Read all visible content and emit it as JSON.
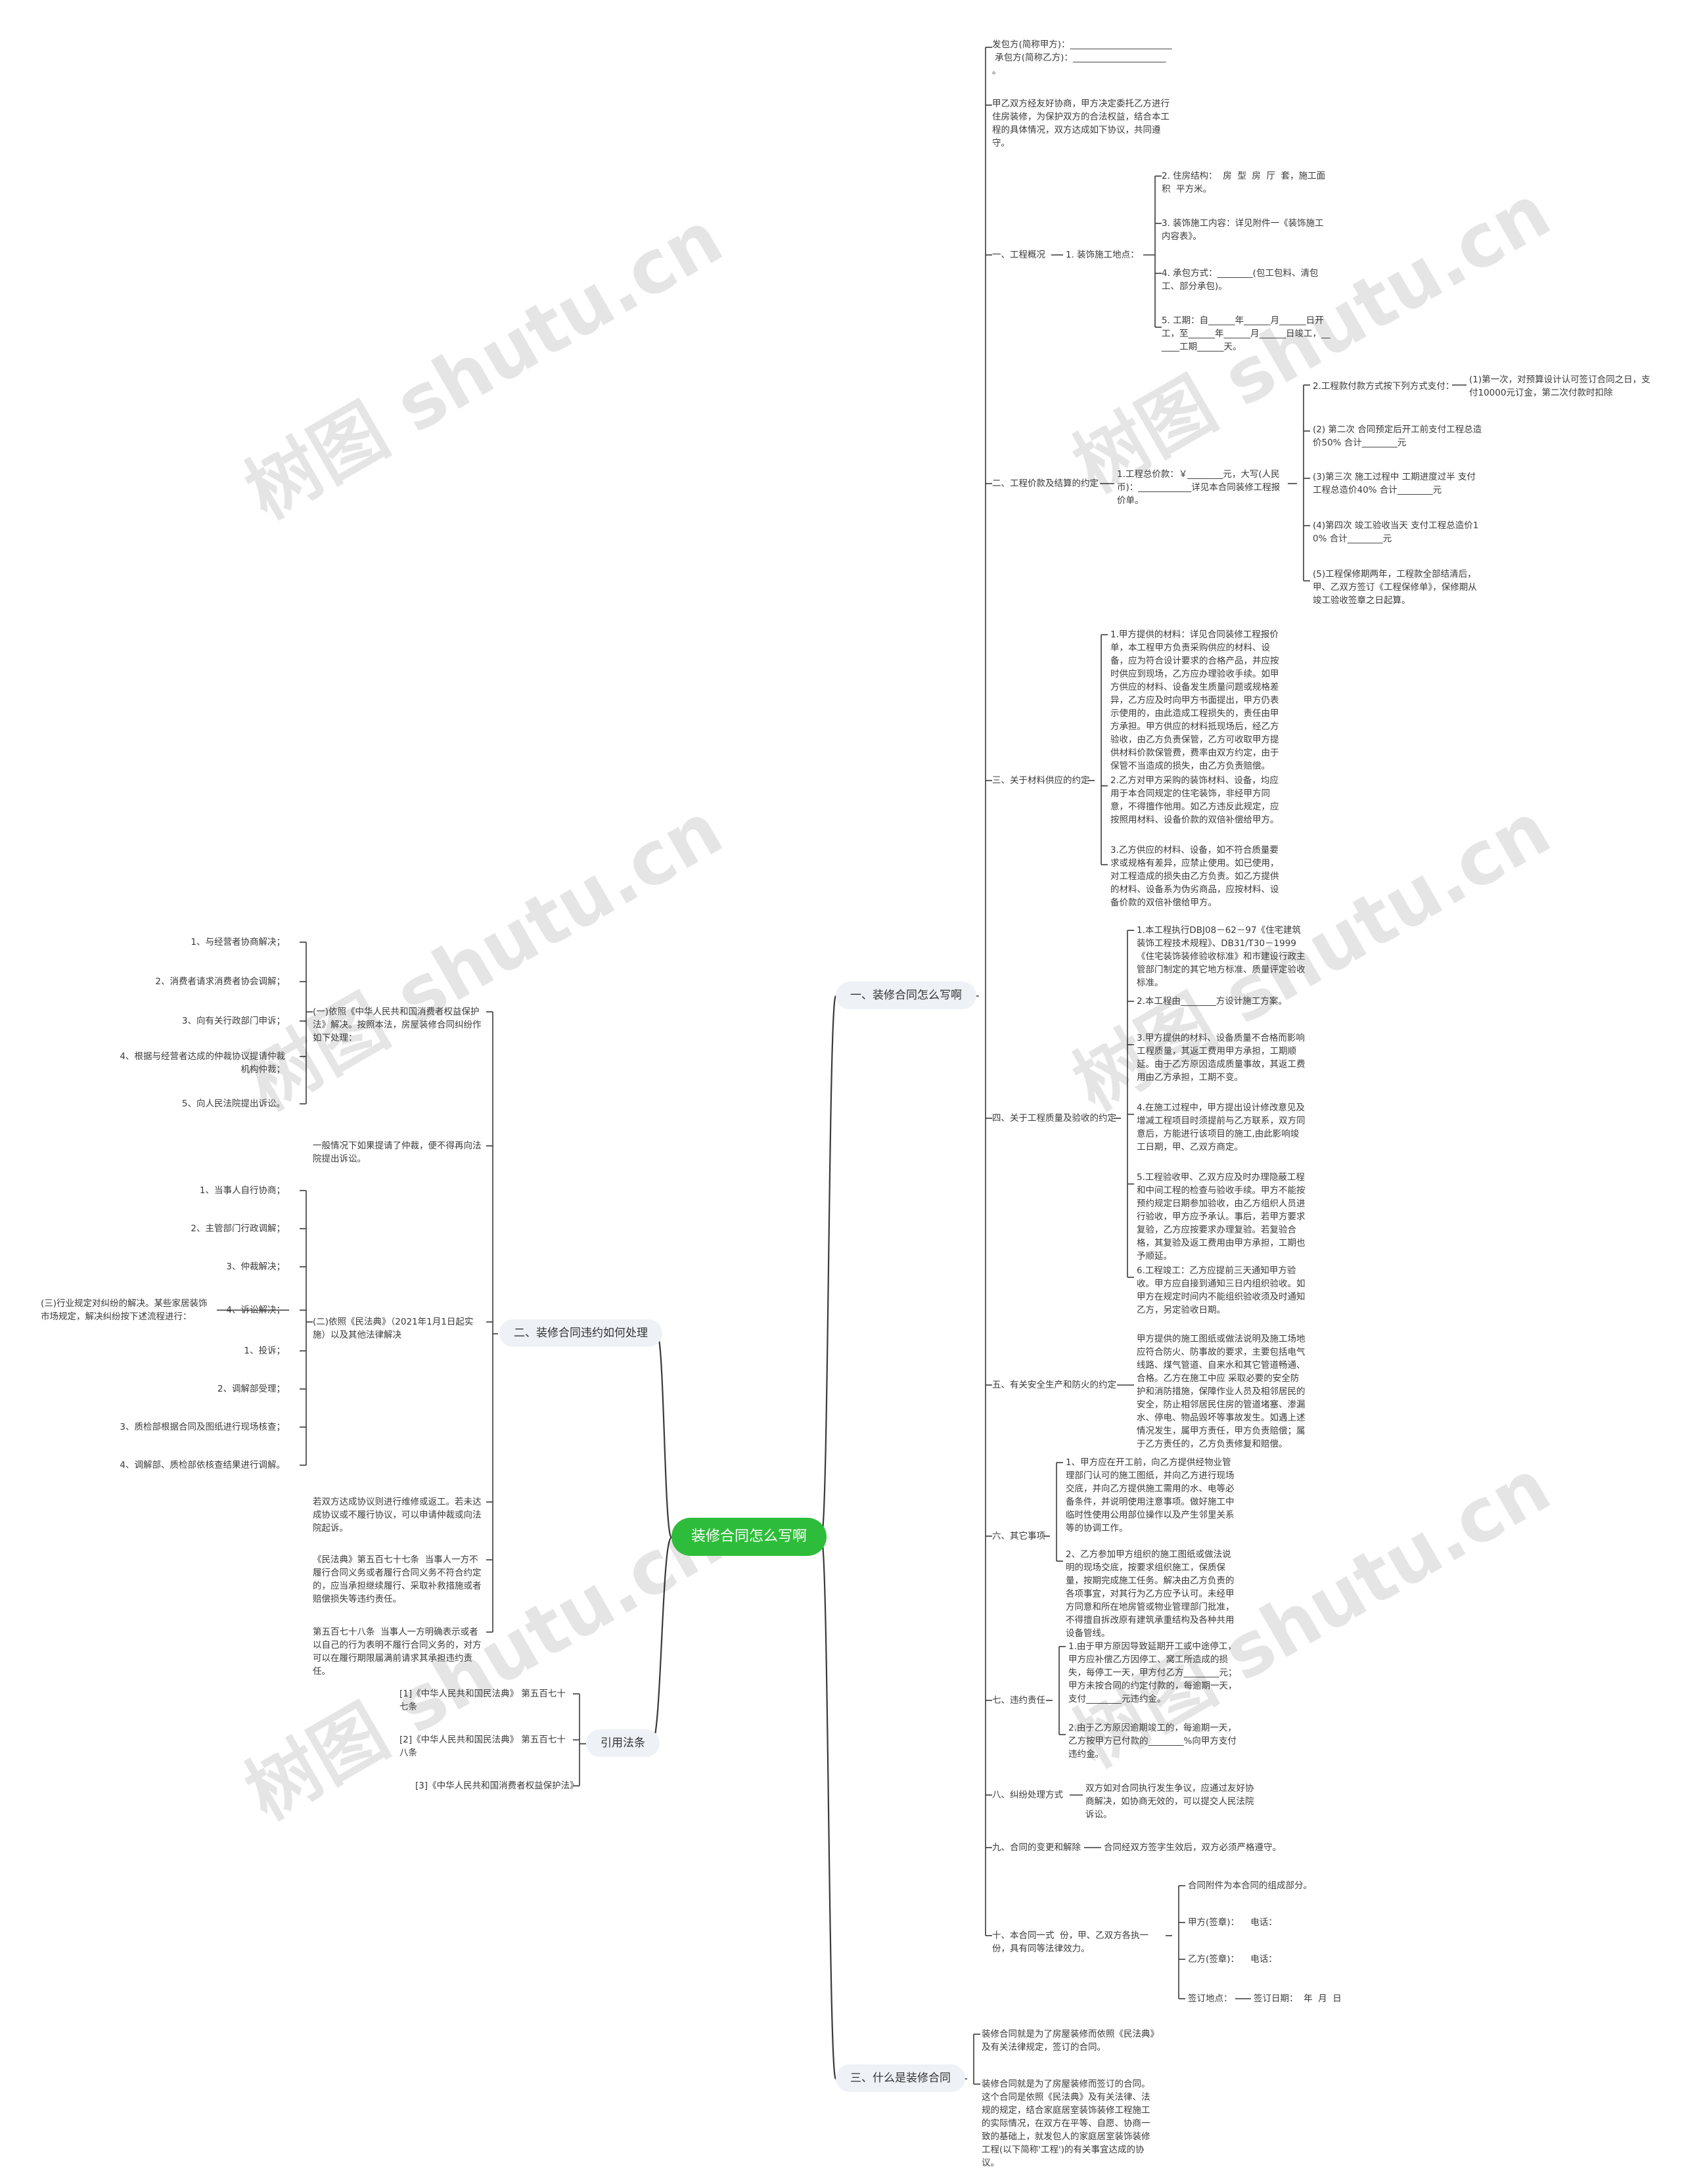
{
  "watermark": "树图 shutu.cn",
  "root": "装修合同怎么写啊",
  "branches": {
    "b1": "一、装修合同怎么写啊",
    "b2": "二、装修合同违约如何处理",
    "b3": "引用法条",
    "b4": "三、什么是装修合同"
  },
  "b1": {
    "parties": "发包方(简称甲方)：_______________________\n 承包方(简称乙方)：_____________________\n。",
    "intro": "甲乙双方经友好协商，甲方决定委托乙方进行住房装修，为保护双方的合法权益，结合本工程的具体情况，双方达成如下协议，共同遵守。",
    "s1": "一、工程概况",
    "s1_1": "1. 装饰施工地点：",
    "s1_items": [
      "2. 住房结构：  房  型  房  厅  套，施工面积  平方米。",
      "3. 装饰施工内容：详见附件一《装饰施工内容表》。",
      "4. 承包方式：________(包工包料、清包工、部分承包)。",
      "5. 工期：自______年______月______日开工，至______年______月______日竣工，______工期______天。"
    ],
    "s2": "二、工程价款及结算的约定",
    "s2_1": "1.工程总价款：￥________元，大写(人民币)：____________详见本合同装修工程报价单。",
    "s2_2": "2.工程款付款方式按下列方式支付：",
    "s2_2a": "(1)第一次，对预算设计认可签订合同之日，支付10000元订金，第二次付款时扣除",
    "s2_items": [
      "(2) 第二次 合同预定后开工前支付工程总造价50% 合计________元",
      "(3)第三次 施工过程中 工期进度过半 支付工程总造价40% 合计________元",
      "(4)第四次 竣工验收当天 支付工程总造价10% 合计________元",
      "(5)工程保修期两年，工程款全部结清后，甲、乙双方签订《工程保修单》，保修期从竣工验收签章之日起算。"
    ],
    "s3": "三、关于材料供应的约定",
    "s3_items": [
      "1.甲方提供的材料：详见合同装修工程报价单，本工程甲方负责采购供应的材料、设备，应为符合设计要求的合格产品，并应按时供应到现场，乙方应办理验收手续。如甲方供应的材料、设备发生质量问题或规格差异，乙方应及时向甲方书面提出，甲方仍表示使用的，由此造成工程损失的，责任由甲 方承担。甲方供应的材料抵现场后，经乙方验收，由乙方负责保管，乙方可收取甲方提供材料价款保管费，费率由双方约定，由于保管不当造成的损失，由乙方负责赔偿。",
      "2.乙方对甲方采购的装饰材料、设备，均应用于本合同规定的住宅装饰，非经甲方同意，不得擅作他用。如乙方违反此规定，应按照用材料、设备价款的双倍补偿给甲方。",
      "3.乙方供应的材料、设备，如不符合质量要求或规格有差异，应禁止使用。如已使用，对工程造成的损失由乙方负责。如乙方提供的材料、设备系为伪劣商品，应按材料、设备价款的双倍补偿给甲方。"
    ],
    "s4": "四、关于工程质量及验收的约定",
    "s4_items": [
      "1.本工程执行DBJ08－62－97《住宅建筑装饰工程技术规程》、DB31/T30－1999《住宅装饰装修验收标准》和市建设行政主管部门制定的其它地方标准、质量评定验收标准。",
      "2.本工程由________方设计施工方案。",
      "3.甲方提供的材料、设备质量不合格而影响工程质量，其返工费用甲方承担，工期顺延。由于乙方原因造成质量事故，其返工费用由乙方承担，工期不变。",
      "4.在施工过程中，甲方提出设计修改意见及增减工程项目时须提前与乙方联系，双方同意后，方能进行该项目的施工,由此影响竣工日期，甲、乙双方商定。",
      "5.工程验收甲、乙双方应及时办理隐蔽工程和中间工程的检查与验收手续。甲方不能按预约规定日期参加验收，由乙方组织人员进行验收，甲方应予承认。事后，若甲方要求复验，乙方应按要求办理复验。若复验合格，其复验及返工费用由甲方承担，工期也予顺延。",
      "6.工程竣工：乙方应提前三天通知甲方验收。甲方应自接到通知三日内组织验收。如甲方在规定时间内不能组织验收须及时通知乙方，另定验收日期。"
    ],
    "s5": "五、有关安全生产和防火的约定",
    "s5_text": "甲方提供的施工图纸或做法说明及施工场地应符合防火、防事故的要求，主要包括电气线路、煤气管道、自来水和其它管道畅通、合格。乙方在施工中应 采取必要的安全防护和消防措施，保障作业人员及相邻居民的安全，防止相邻居民住房的管道堵塞、渗漏水、停电、物品毁坏等事故发生。如遇上述情况发生，属甲方责任，甲方负责赔偿；属于乙方责任的，乙方负责修复和赔偿。",
    "s6": "六、其它事项",
    "s6_items": [
      "1、甲方应在开工前，向乙方提供经物业管理部门认可的施工图纸，并向乙方进行现场交底，并向乙方提供施工需用的水、电等必备条件，并说明使用注意事项。做好施工中临时性使用公用部位操作以及产生邻里关系等的协调工作。",
      "2、乙方参加甲方组织的施工图纸或做法说明的现场交底，按要求组织施工，保质保量，按期完成施工任务。解决由乙方负责的各项事宜，对其行为乙方应予认可。未经甲方同意和所在地房管或物业管理部门批准，不得擅自拆改原有建筑承重结构及各种共用设备管线。"
    ],
    "s7": "七、违约责任",
    "s7_items": [
      "1.由于甲方原因导致延期开工或中途停工，甲方应补偿乙方因停工、窝工所造成的损失，每停工一天，甲方付乙方________元；甲方未按合同的约定付款的，每逾期一天，支付________元违约金。",
      "2.由于乙方原因逾期竣工的，每逾期一天，乙方按甲方已付款的________%向甲方支付违约金。"
    ],
    "s8": "八、纠纷处理方式",
    "s8_text": "双方如对合同执行发生争议，应通过友好协商解决，如协商无效的，可以提交人民法院诉讼。",
    "s9": "九、合同的变更和解除",
    "s9_text": "合同经双方签字生效后，双方必须严格遵守。",
    "s10": "十、本合同一式  份，甲、乙双方各执一份，具有同等法律效力。",
    "s10_items": [
      "合同附件为本合同的组成部分。",
      "甲方(签章)：    电话：",
      "乙方(签章)：    电话：",
      "签订地点："
    ],
    "s10_date": "签订日期：  年  月  日"
  },
  "b2": {
    "g1": "(一)依照《中华人民共和国消费者权益保护法》解决。按照本法，房屋装修合同纠纷作如下处理：",
    "g1_items": [
      "1、与经营者协商解决；",
      "2、消费者请求消费者协会调解；",
      "3、向有关行政部门申诉；",
      "4、根据与经营者达成的仲裁协议提请仲裁机构仲裁；",
      "5、向人民法院提出诉讼。"
    ],
    "g2": "一般情况下如果提请了仲裁，便不得再向法院提出诉讼。",
    "g3": "(二)依照《民法典》（2021年1月1日起实施）以及其他法律解决",
    "g3_items": [
      "1、当事人自行协商；",
      "2、主管部门行政调解；",
      "3、仲裁解决；",
      "4、诉讼解决；",
      "1、投诉；",
      "2、调解部受理；",
      "3、质检部根据合同及图纸进行现场核查；",
      "4、调解部、质检部依核查结果进行调解。"
    ],
    "g3_note": "(三)行业规定对纠纷的解决。某些家居装饰市场规定，解决纠纷按下述流程进行：",
    "g4": "若双方达成协议则进行维修或返工。若未达成协议或不履行协议，可以申请仲裁或向法院起诉。",
    "g5": "《民法典》第五百七十七条  当事人一方不履行合同义务或者履行合同义务不符合约定的，应当承担继续履行、采取补救措施或者赔偿损失等违约责任。",
    "g6": "第五百七十八条  当事人一方明确表示或者以自己的行为表明不履行合同义务的，对方可以在履行期限届满前请求其承担违约责任。"
  },
  "b3": {
    "items": [
      "[1]《中华人民共和国民法典》 第五百七十七条",
      "[2]《中华人民共和国民法典》 第五百七十八条",
      "[3]《中华人民共和国消费者权益保护法》"
    ]
  },
  "b4": {
    "items": [
      "装修合同就是为了房屋装修而依照《民法典》及有关法律规定，签订的合同。",
      "装修合同就是为了房屋装修而签订的合同。这个合同是依照《民法典》及有关法律、法规的规定，结合家庭居室装饰装修工程施工的实际情况，在双方在平等、自愿、协商一致的基础上，就发包人的家庭居室装饰装修工程(以下简称'工程')的有关事宜达成的协议。"
    ]
  }
}
